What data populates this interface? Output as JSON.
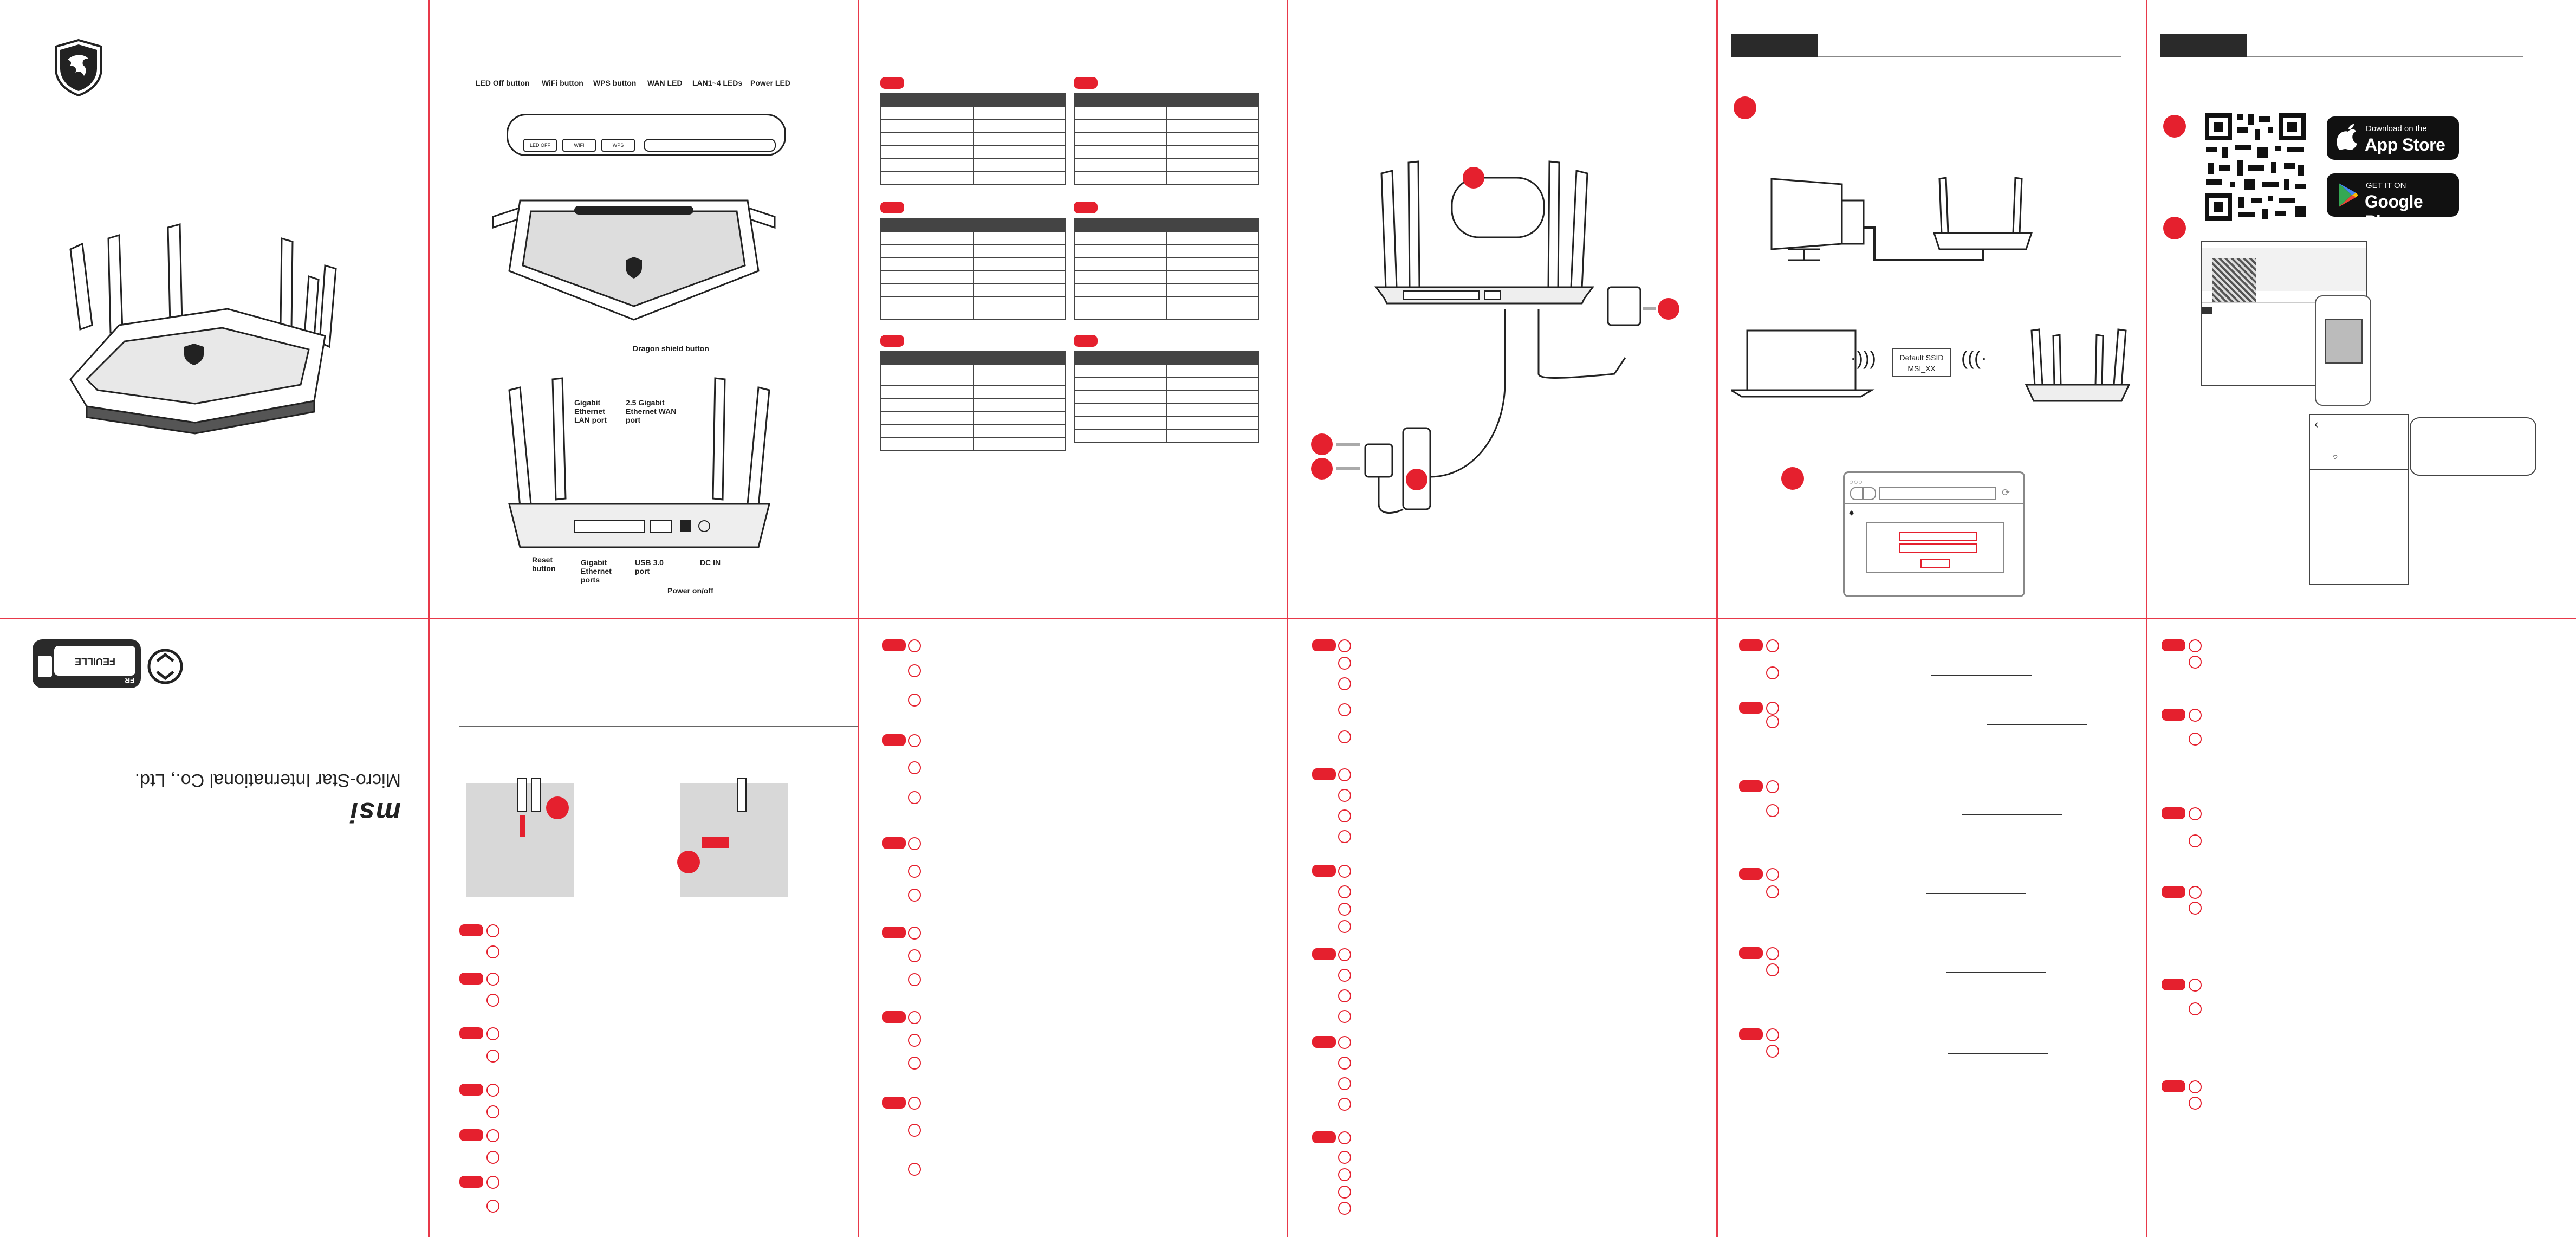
{
  "panel1": {
    "company_name": "Micro-Star International Co., Ltd.",
    "brand_logo_text": "msi",
    "language_code": "FR",
    "language_label": "FEUILLE"
  },
  "panel2": {
    "labels": {
      "led_off_button": "LED Off button",
      "wifi_button": "WiFi button",
      "wps_button": "WPS button",
      "wan_led": "WAN LED",
      "lan_leds": "LAN1~4 LEDs",
      "power_led": "Power LED",
      "dragon_shield_button": "Dragon shield button",
      "gigabit_lan_port": "Gigabit Ethernet LAN port",
      "wan_port": "2.5 Gigabit Ethernet WAN port",
      "reset_button": "Reset button",
      "gigabit_ports": "Gigabit Ethernet ports",
      "usb_port": "USB 3.0 port",
      "dc_in": "DC IN",
      "power_onoff": "Power on/off"
    },
    "button_strip": {
      "led_off": "LED OFF",
      "wifi": "WIFI",
      "wps": "WPS"
    }
  },
  "panel5": {
    "ssid_box": {
      "line1": "Default SSID",
      "line2": "MSI_XX"
    }
  },
  "panel6": {
    "app_store": {
      "small": "Download on the",
      "big": "App Store"
    },
    "google_play": {
      "small": "GET IT ON",
      "big": "Google Play"
    }
  }
}
